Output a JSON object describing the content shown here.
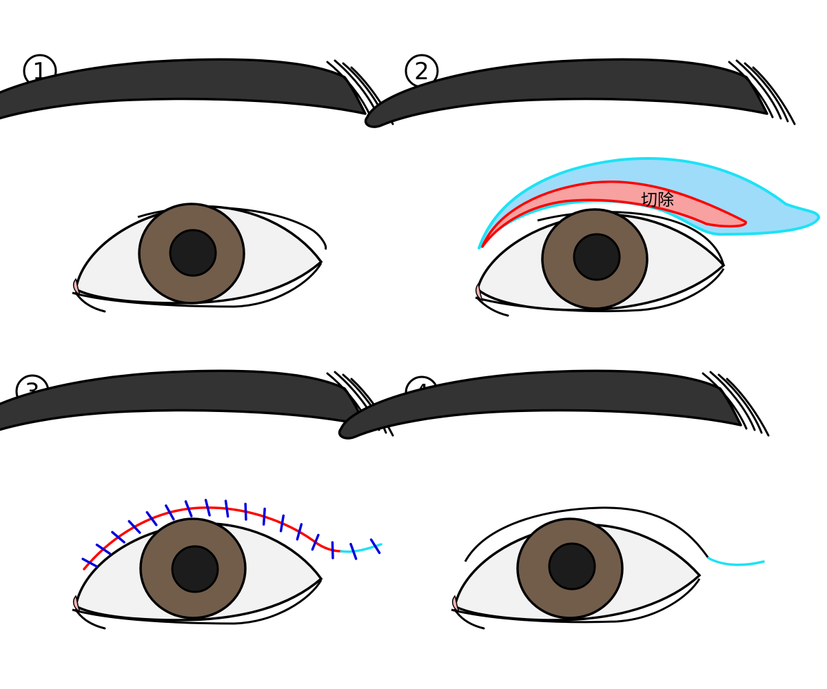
{
  "steps": [
    {
      "label": "1"
    },
    {
      "label": "2",
      "note": "切除"
    },
    {
      "label": "3"
    },
    {
      "label": "4"
    }
  ],
  "colors": {
    "brow": "#333333",
    "outline": "#000000",
    "sclera": "#f2f2f2",
    "iris": "#725d4b",
    "pupil": "#1c1c1c",
    "excision_zone": "#9edcfa",
    "excision_zone_edge": "#1de2f5",
    "excision_area": "#f7a1a1",
    "incision_line": "#ff0000",
    "suture": "#0000e0",
    "scar_line": "#1de2f5",
    "caruncle": "#f4b3b3"
  }
}
